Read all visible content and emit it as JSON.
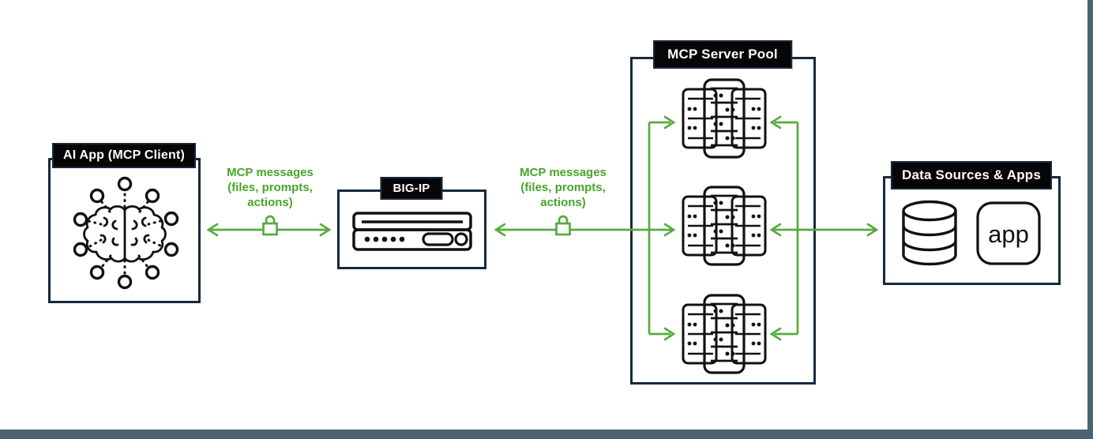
{
  "colors": {
    "green": "#57ab3f",
    "green_text": "#48a42a",
    "navy": "#16293c",
    "label_bg": "#060606",
    "frame": "#4a6470",
    "ink": "#111111"
  },
  "nodes": {
    "ai_app": {
      "label": "AI App (MCP Client)"
    },
    "big_ip": {
      "label": "BIG-IP"
    },
    "mcp_pool": {
      "label": "MCP Server Pool",
      "server_count": 3
    },
    "data_sources": {
      "label": "Data Sources & Apps",
      "app_label": "app"
    }
  },
  "links": {
    "client_to_bigip": {
      "lines": [
        "MCP messages",
        "(files, prompts,",
        "actions)"
      ]
    },
    "bigip_to_pool": {
      "lines": [
        "MCP messages",
        "(files, prompts,",
        "actions)"
      ]
    }
  }
}
